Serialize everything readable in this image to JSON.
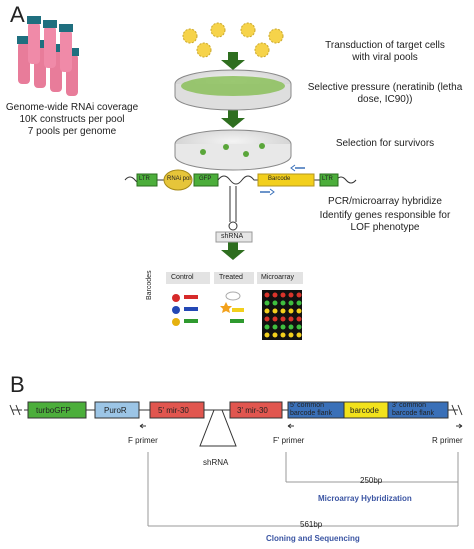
{
  "panel_a": {
    "letter": "A",
    "library_text": [
      "Genome-wide RNAi coverage",
      "10K constructs per pool",
      "7 pools per genome"
    ],
    "steps": {
      "transduction": [
        "Transduction of target cells",
        "with viral pools"
      ],
      "selective_pressure": [
        "Selective pressure (neratinib (letha",
        "dose, IC90))"
      ],
      "selection": "Selection for survivors",
      "pcr": "PCR/microarray hybridize",
      "identify": [
        "Identify genes responsible for",
        "LOF phenotype"
      ]
    },
    "construct_labels": {
      "ltr_left": "LTR",
      "rnai": "RNAi pol",
      "gfp": "GFP",
      "barcode": "Barcode",
      "ltr_right": "LTR"
    },
    "shrna": "shRNA",
    "table_headers": {
      "control": "Control",
      "treated": "Treated",
      "microarray": "Microarray"
    },
    "barcodes_label": "Barcodes"
  },
  "panel_b": {
    "letter": "B",
    "blocks": {
      "turbogfp": "turboGFP",
      "puror": "PuroR",
      "mir5": "5' mir-30",
      "mir3": "3' mir-30",
      "flank5": "5' common barcode flank",
      "barcode": "barcode",
      "flank3": "3' common barcode flank"
    },
    "primers": {
      "f": "F primer",
      "fprime": "F' primer",
      "r": "R primer"
    },
    "shrna": "shRNA",
    "dist_250": "250bp",
    "microarray_label": "Microarray Hybridization",
    "dist_561": "561bp",
    "cloning_label": "Cloning and Sequencing"
  },
  "colors": {
    "arrow_green": "#2e6e1f",
    "gfp_green": "#4cae3b",
    "barcode_yellow": "#f2cf1c",
    "flank_blue": "#3a70b8",
    "mir_red": "#e1564f",
    "puror_blue": "#9cc5e6",
    "text_blue": "#3b55a3"
  }
}
